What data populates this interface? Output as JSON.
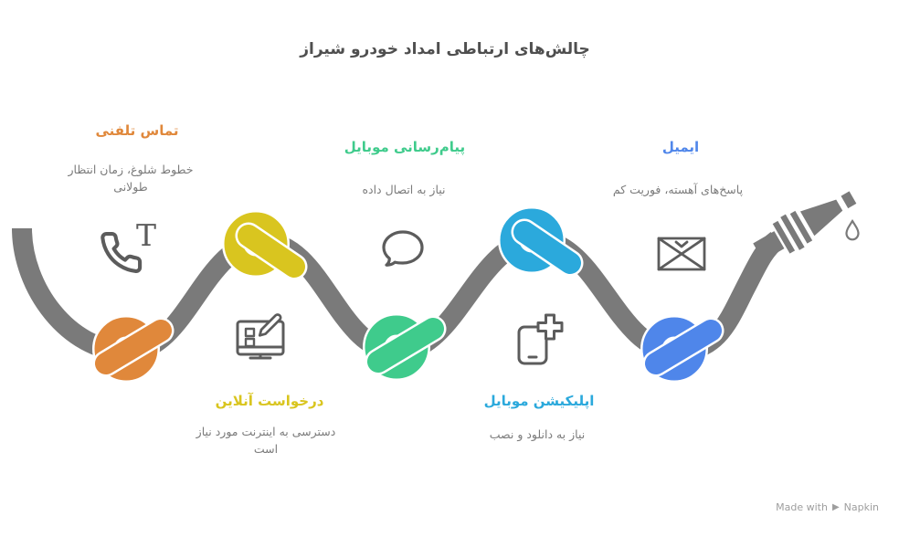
{
  "title": "چالش‌های ارتباطی امداد خودرو شیراز",
  "items": [
    {
      "id": "phone-call",
      "label": "تماس تلفنی",
      "description": "خطوط شلوغ، زمان انتظار طولانی",
      "color": "#E0883B",
      "icon": "phone-handset-with-T",
      "icon_letter": "T"
    },
    {
      "id": "online-request",
      "label": "درخواست آنلاین",
      "description": "دسترسی به اینترنت مورد نیاز است",
      "color": "#D9C51F",
      "icon": "form-with-pencil"
    },
    {
      "id": "mobile-messaging",
      "label": "پیام‌رسانی موبایل",
      "description": "نیاز به اتصال داده",
      "color": "#3FCB8C",
      "icon": "chat-bubble"
    },
    {
      "id": "mobile-app",
      "label": "اپلیکیشن موبایل",
      "description": "نیاز به دانلود و نصب",
      "color": "#2BA9DC",
      "icon": "smartphone-with-plus"
    },
    {
      "id": "email",
      "label": "ایمیل",
      "description": "پاسخ‌های آهسته، فوریت کم",
      "color": "#4F86EA",
      "icon": "envelope"
    }
  ],
  "watermark": {
    "prefix": "Made with",
    "brand": "Napkin",
    "logo": "▶"
  },
  "colors": {
    "heading": "#4F4F4F",
    "subtitle": "#7B7B7B",
    "icon": "#5C5C5C",
    "rope": "#7A7A7A",
    "watermark": "#9E9E9E",
    "background": "#FFFFFF"
  }
}
